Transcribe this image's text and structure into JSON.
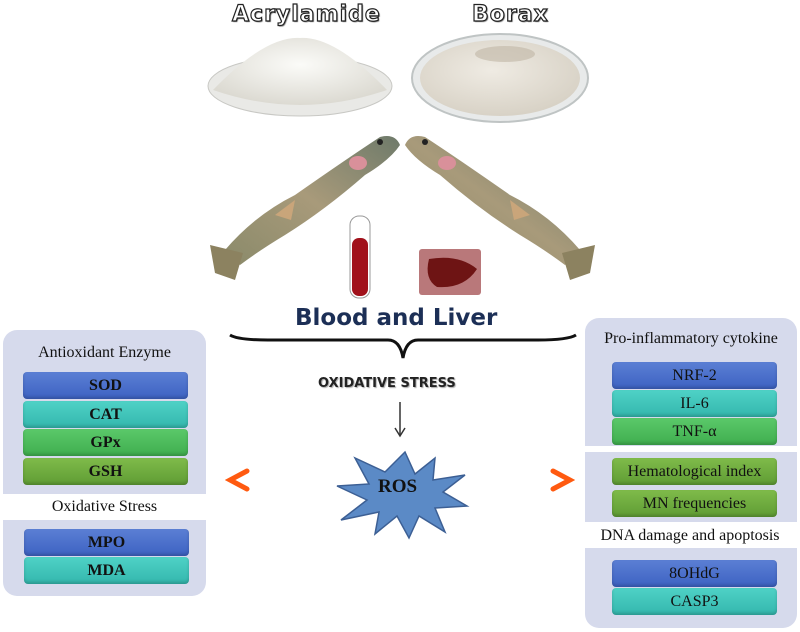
{
  "substances": [
    {
      "label": "Acrylamide"
    },
    {
      "label": "Borax"
    }
  ],
  "organs_label": "Blood and Liver",
  "stress_label": "OXIDATIVE STRESS",
  "center_label": "ROS",
  "left_panel": {
    "heading": "Antioxidant Enzyme",
    "items": [
      {
        "label": "SOD"
      },
      {
        "label": "CAT"
      },
      {
        "label": "GPx"
      },
      {
        "label": "GSH"
      }
    ],
    "subheading": "Oxidative Stress",
    "sub_items": [
      {
        "label": "MPO"
      },
      {
        "label": "MDA"
      }
    ]
  },
  "right_panel": {
    "heading": "Pro-inflammatory cytokine",
    "items": [
      {
        "label": "NRF-2"
      },
      {
        "label": "IL-6"
      },
      {
        "label": "TNF-α"
      }
    ],
    "mid_items": [
      {
        "label": "Hematological index"
      },
      {
        "label": "MN frequencies"
      }
    ],
    "subheading": "DNA damage and apoptosis",
    "sub_items": [
      {
        "label": "8OHdG"
      },
      {
        "label": "CASP3"
      }
    ]
  },
  "colors": {
    "blue": "#4a6fcc",
    "teal": "#3fc4b9",
    "green": "#4dbb5c",
    "olive": "#6fab3f",
    "panel": "#d6daec",
    "ros": "#5b8ac6",
    "arrow": "#ff6a10"
  }
}
